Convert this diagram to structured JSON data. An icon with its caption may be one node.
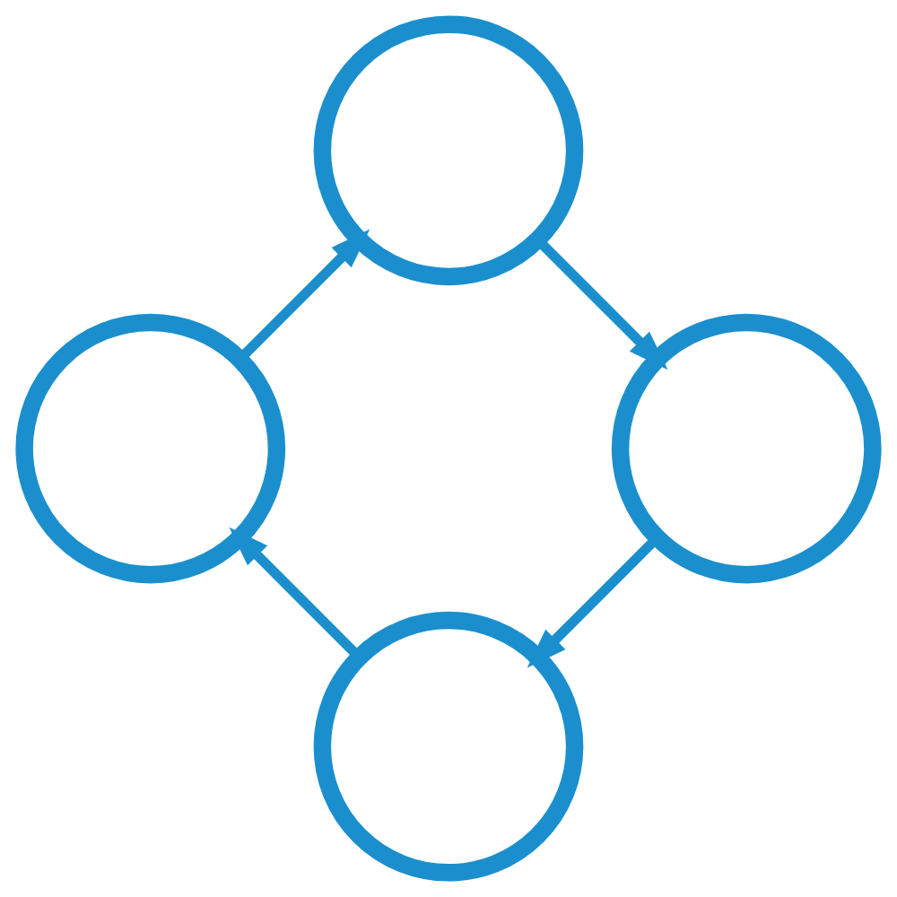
{
  "diagram": {
    "nodes": [
      {
        "text": [],
        "shape": "circle"
      },
      {
        "text": [],
        "shape": "circle"
      },
      {
        "text": [],
        "shape": "circle"
      },
      {
        "text": [],
        "shape": "circle"
      }
    ],
    "edges": [
      {
        "from": 0,
        "to": 2,
        "arrow": "to"
      },
      {
        "from": 2,
        "to": 3,
        "arrow": "to"
      },
      {
        "from": 3,
        "to": 1,
        "arrow": "to"
      },
      {
        "from": 1,
        "to": 0,
        "arrow": "to"
      }
    ]
  }
}
